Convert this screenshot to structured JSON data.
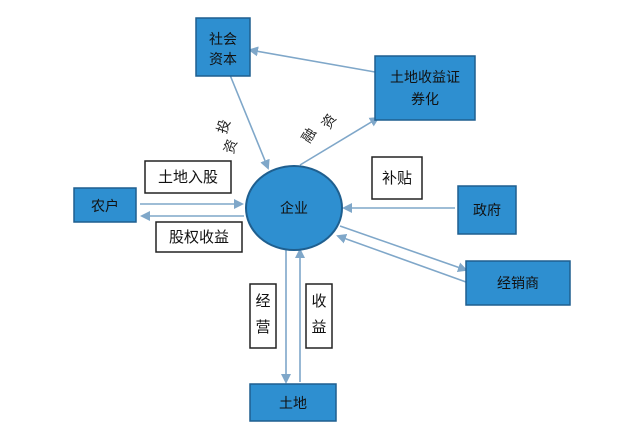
{
  "nodes": {
    "social_capital": [
      "社会",
      "资本"
    ],
    "securitization": [
      "土地收益证",
      "券化"
    ],
    "farmer": "农户",
    "enterprise": "企业",
    "government": "政府",
    "distributor": "经销商",
    "land": "土地"
  },
  "labels": {
    "land_equity": "土地入股",
    "equity_income": "股权收益",
    "subsidy": "补贴",
    "operation": [
      "经",
      "营"
    ],
    "income": [
      "收",
      "益"
    ],
    "investment": [
      "投",
      "资"
    ],
    "financing": [
      "融",
      "资"
    ]
  },
  "colors": {
    "node_fill": "#2e8fd0",
    "arrow": "#7fa7c9"
  }
}
